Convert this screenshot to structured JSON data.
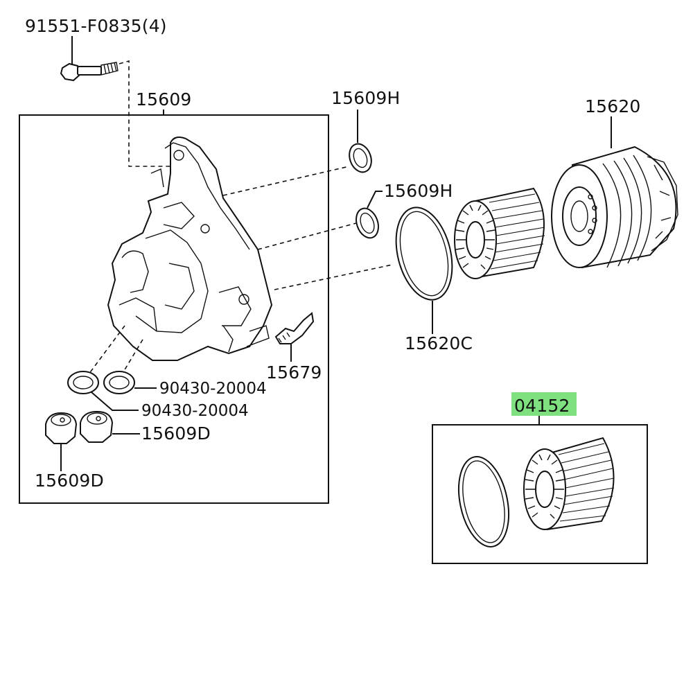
{
  "callouts": {
    "bolt": "91551-F0835(4)",
    "housing": "15609",
    "gasket_upper": "15609H",
    "gasket_lower": "15609H",
    "cap": "15620",
    "oring": "15620C",
    "clip": "15679",
    "washer_a": "90430-20004",
    "washer_b": "90430-20004",
    "plug_right": "15609D",
    "plug_left": "15609D",
    "kit": "04152"
  },
  "colors": {
    "highlight": "#7ee07e",
    "line": "#111111"
  },
  "icons": [
    "bolt-icon",
    "housing-icon",
    "gasket-icon",
    "o-ring-icon",
    "filter-element-icon",
    "filter-cap-icon",
    "clip-icon",
    "washer-icon",
    "drain-plug-icon"
  ]
}
